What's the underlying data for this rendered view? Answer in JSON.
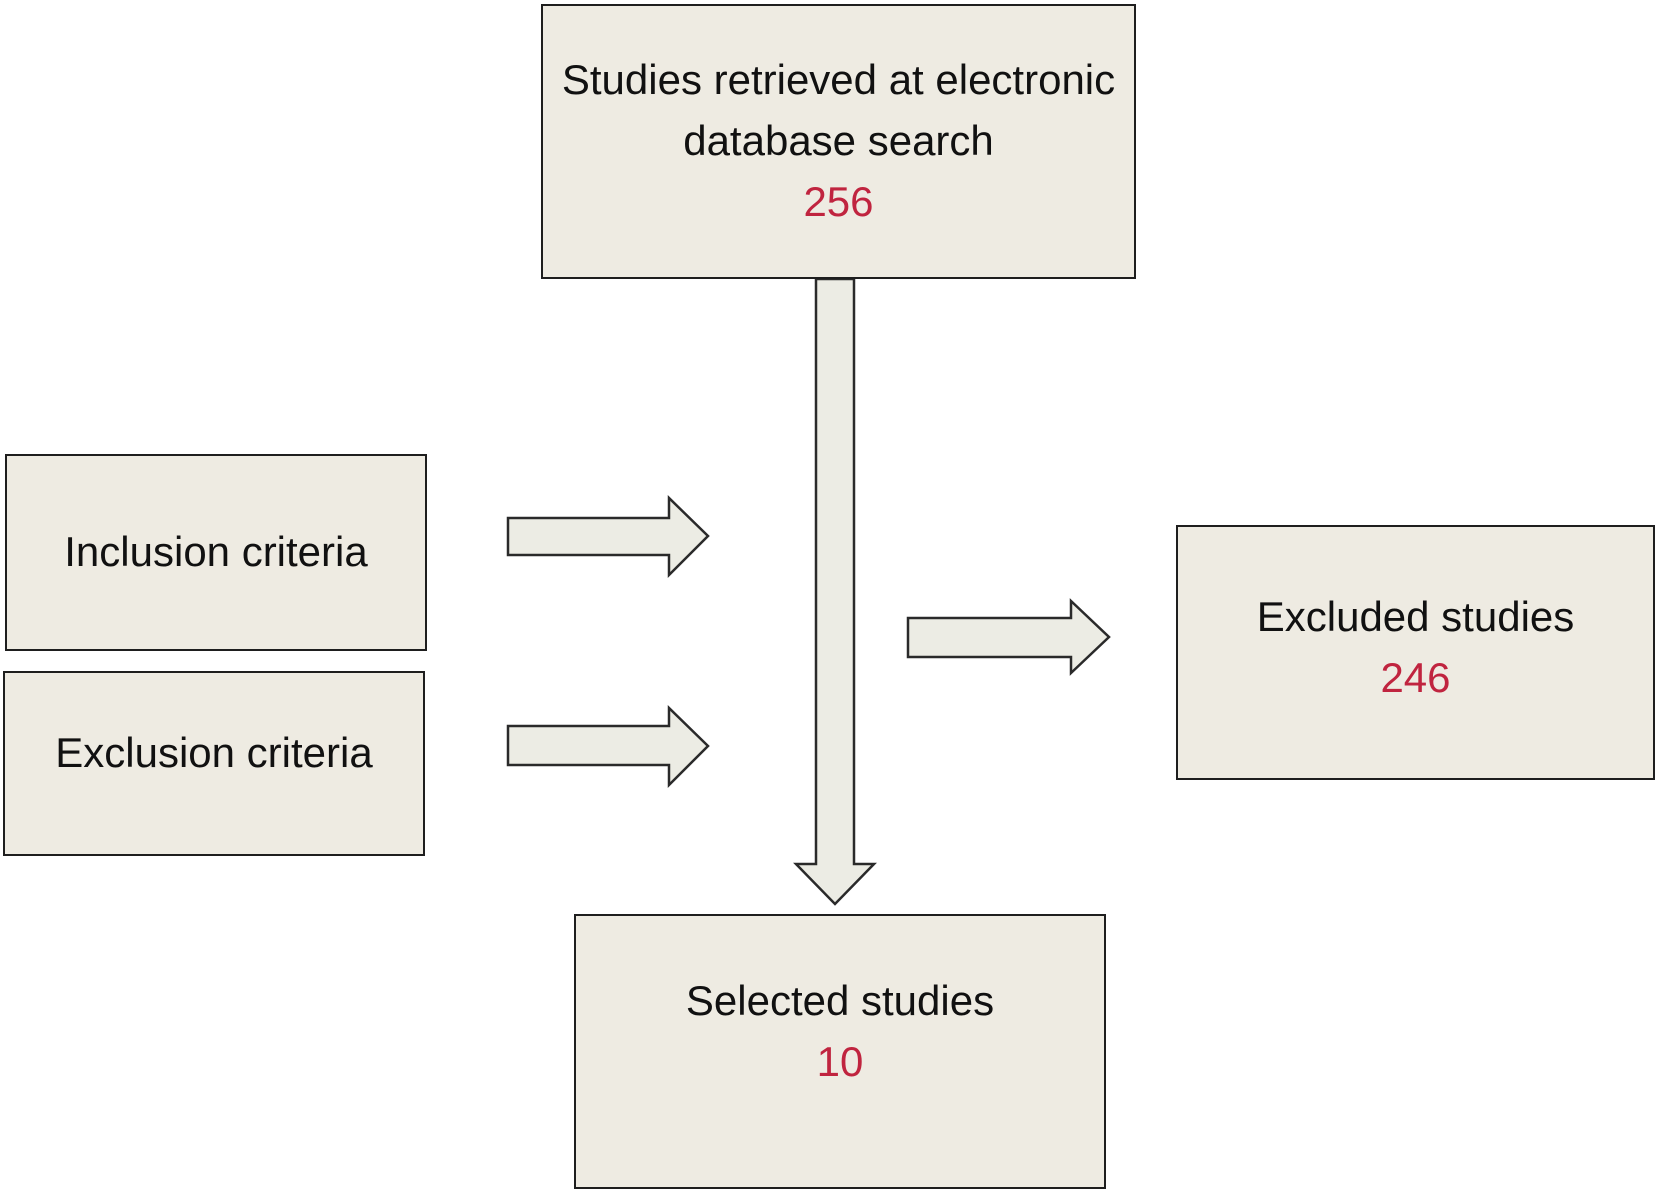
{
  "colors": {
    "box_fill": "#eeebe2",
    "arrow_fill": "#ecece4",
    "count_text": "#c0243f",
    "border": "#1e1e1e"
  },
  "flow": {
    "retrieved": {
      "line1": "Studies retrieved at electronic",
      "line2": "database search",
      "count": "256"
    },
    "inclusion": {
      "label": "Inclusion criteria"
    },
    "exclusion": {
      "label": "Exclusion criteria"
    },
    "excluded": {
      "label": "Excluded studies",
      "count": "246"
    },
    "selected": {
      "label": "Selected studies",
      "count": "10"
    }
  }
}
